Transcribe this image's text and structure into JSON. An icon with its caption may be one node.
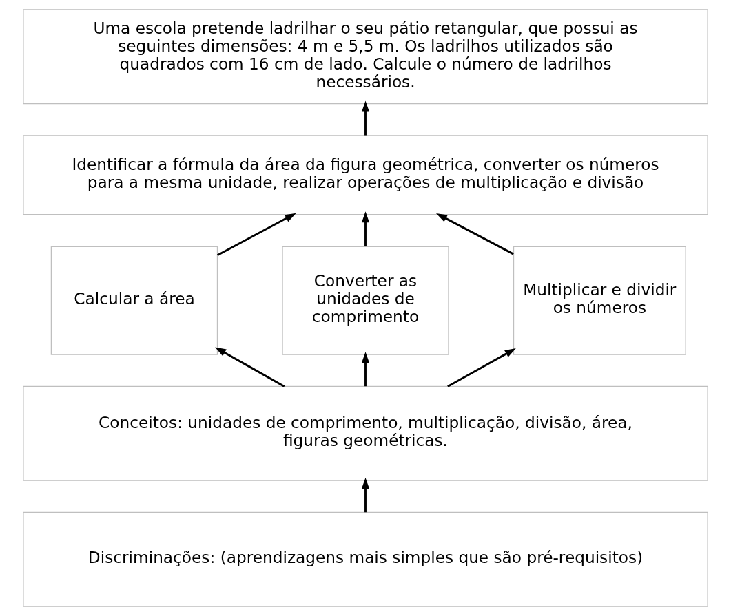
{
  "diagram": {
    "nodes": [
      {
        "text": [
          "Uma escola pretende ladrilhar o seu pátio retangular, que possui as seguintes dimensões: 4 m e 5,5 m. Os ladrilhos utilizados são quadrados com 16 cm de lado. Calcule o número de ladrilhos necessários."
        ]
      },
      {
        "text": [
          "Identificar a fórmula da área da figura geométrica, converter os números para a mesma unidade, realizar operações de multiplicação e divisão"
        ]
      },
      {
        "text": [
          "Calcular a área"
        ]
      },
      {
        "text": [
          "Converter as unidades de comprimento"
        ]
      },
      {
        "text": [
          "Multiplicar e dividir os números"
        ]
      },
      {
        "text": [
          "Conceitos: unidades de comprimento, multiplicação, divisão, área, figuras geométricas."
        ]
      },
      {
        "text": [
          "Discriminações: (aprendizagens mais simples que são pré-requisitos)"
        ]
      }
    ],
    "edges": [
      {
        "from": 1,
        "to": 0,
        "arrow": "to"
      },
      {
        "from": 2,
        "to": 1,
        "arrow": "to"
      },
      {
        "from": 3,
        "to": 1,
        "arrow": "to"
      },
      {
        "from": 4,
        "to": 1,
        "arrow": "to"
      },
      {
        "from": 5,
        "to": 2,
        "arrow": "to"
      },
      {
        "from": 5,
        "to": 3,
        "arrow": "to"
      },
      {
        "from": 5,
        "to": 4,
        "arrow": "to"
      },
      {
        "from": 6,
        "to": 5,
        "arrow": "to"
      }
    ]
  }
}
